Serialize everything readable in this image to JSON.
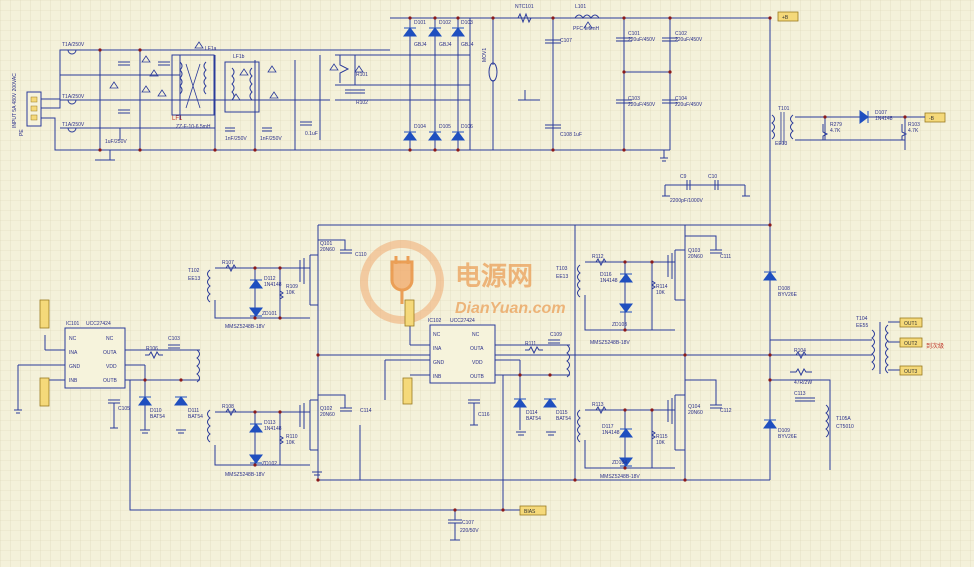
{
  "watermark": {
    "logo": "电源网",
    "site": "DianYuan.com"
  },
  "annotation": {
    "output": "到次级"
  },
  "connector": {
    "label": "INPUT 5A 480V 200VAC",
    "pin_label": "PE"
  },
  "chips": {
    "ic1": {
      "ref": "IC101",
      "part": "UCC27424"
    },
    "ic2": {
      "ref": "IC102",
      "part": "UCC27424"
    }
  },
  "ports": {
    "top_plus": "+B",
    "top_minus": "-B",
    "out1": "OUT1",
    "out2": "OUT2",
    "out3": "OUT3",
    "bias": "BIAS"
  },
  "colors": {
    "wire": "#2a3a9a",
    "junction": "#8b1a1a",
    "diode": "#1f4fbf",
    "port": "#f5d97a",
    "watermark": "#e8842a",
    "annotation": "#c0392b",
    "grid": "#d9d4b5"
  }
}
